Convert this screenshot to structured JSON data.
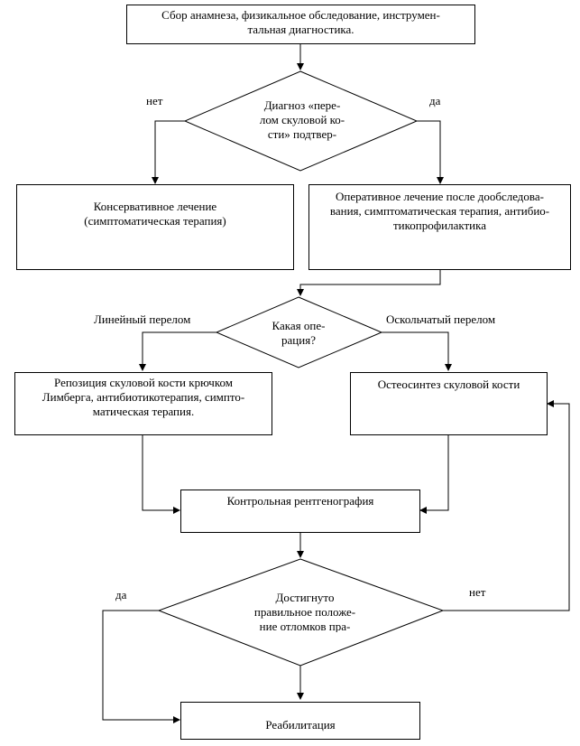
{
  "flowchart": {
    "start": {
      "text": "Сбор анамнеза, физикальное обследование, инструмен-\nтальная диагностика."
    },
    "decision_diagnosis": {
      "text": "Диагноз «пере-\nлом скуловой ко-\nсти» подтвер-"
    },
    "label_no_1": "нет",
    "label_yes_1": "да",
    "conservative": {
      "text": "Консервативное лечение\n(симптоматическая терапия)"
    },
    "surgical": {
      "text": "Оперативное лечение после дообследова-\nвания, симптоматическая терапия, антибио-\nтикопрофилактика"
    },
    "decision_operation": {
      "text": "Какая опе-\nрация?"
    },
    "label_linear": "Линейный  перелом",
    "label_comminuted": "Оскольчатый перелом",
    "reposition": {
      "text": "Репозиция скуловой кости крючком\nЛимберга, антибиотикотерапия, симпто-\nматическая терапия."
    },
    "osteosynthesis": {
      "text": "Остеосинтез скуловой кости"
    },
    "control_xray": {
      "text": "Контрольная рентгенография"
    },
    "decision_position": {
      "text": "Достигнуто\nправильное положе-\nние отломков пра-"
    },
    "label_yes_2": "да",
    "label_no_2": "нет",
    "rehabilitation": {
      "text": "Реабилитация"
    }
  }
}
